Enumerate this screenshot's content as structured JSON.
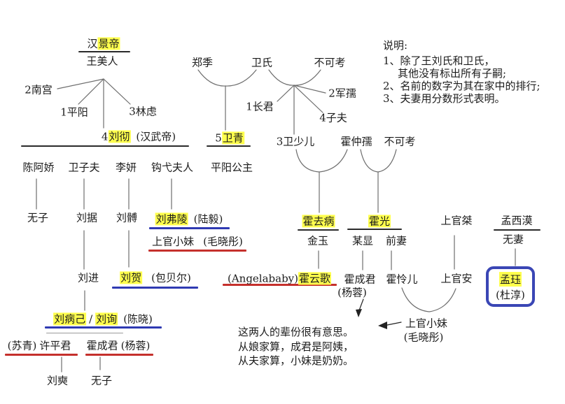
{
  "colors": {
    "highlight": "#ffff4d",
    "red": "#c5302c",
    "blue": "#2f3ab2",
    "box": "#3a46b5",
    "line": "#6e6e6e",
    "frac": "#2a2a2a",
    "text": "#1c1c1c"
  },
  "legend": {
    "title": "说明:",
    "line1": "1、除了王刘氏和卫氏，",
    "line2": "其他没有标出所有子嗣;",
    "line3": "2、名前的数字为其在家中的排行;",
    "line4": "3、夫妻用分数形式表明。"
  },
  "note": {
    "line1": "这两人的辈份很有意思。",
    "line2": "从娘家算，成君是阿姨，",
    "line3": "从夫家算，小妹是奶奶。"
  },
  "people": {
    "jingdi": {
      "pre": "汉",
      "hl": "景帝"
    },
    "wang_meiren": "王美人",
    "nangong": "2南宫",
    "pingyang_sister": "1平阳",
    "linlv": "3林虑",
    "liuche": {
      "pre": "4",
      "hl": "刘彻",
      "suf": "(汉武帝)"
    },
    "chen_ajiao": "陈阿娇",
    "wei_zifu": "卫子夫",
    "li_yan": "李妍",
    "gouyi_furen": "钩弋夫人",
    "pingyang_gongzhu": "平阳公主",
    "weiqing": {
      "pre": "5",
      "hl": "卫青"
    },
    "zhengji": "郑季",
    "weishi": "卫氏",
    "bukekao_1": "不可考",
    "changjun": "1长君",
    "junru": "2军孺",
    "zifu": "4子夫",
    "wei_shaoer": "3卫少儿",
    "huo_zhongru": "霍仲孺",
    "bukekao_2": "不可考",
    "wuzi_1": "无子",
    "liu_ju": "刘据",
    "liu_bo": "刘髆",
    "liu_fuling": {
      "hl": "刘弗陵",
      "suf": "(陆毅)"
    },
    "shangguan_xiaomei_1": {
      "name": "上官小妹",
      "suf": "(毛晓彤)"
    },
    "huo_qubing": {
      "hl": "霍去病"
    },
    "huo_guang": {
      "hl": "霍光"
    },
    "jinyu": "金玉",
    "mouxian": "某显",
    "qianqi": "前妻",
    "shangguan_jie": "上官桀",
    "meng_ximo": "孟西漠",
    "wuqi": "无妻",
    "liu_jin": "刘进",
    "liu_he": {
      "hl": "刘贺",
      "suf": "(包贝尔)"
    },
    "huo_yunge": {
      "pre": "(Angelababy)",
      "hl": "霍云歌"
    },
    "huo_chengjun_mid": "霍成君",
    "yangrong_mid": "(杨蓉)",
    "huo_lianer": "霍怜儿",
    "shangguan_an": "上官安",
    "meng_jue": {
      "hl": "孟珏",
      "suf": "(杜淳)"
    },
    "shangguan_xiaomei_2": {
      "name": "上官小妹",
      "suf": "(毛晓彤)"
    },
    "liu_bingji": {
      "hl1": "刘病己",
      "sep": "/",
      "hl2": "刘询",
      "suf": "(陈晓)"
    },
    "xu_pingjun": {
      "pre": "(苏青)",
      "name": "许平君"
    },
    "huo_chengjun_2": {
      "name": "霍成君",
      "suf": "(杨蓉)"
    },
    "liu_shi": "刘奭",
    "wuzi_2": "无子"
  }
}
